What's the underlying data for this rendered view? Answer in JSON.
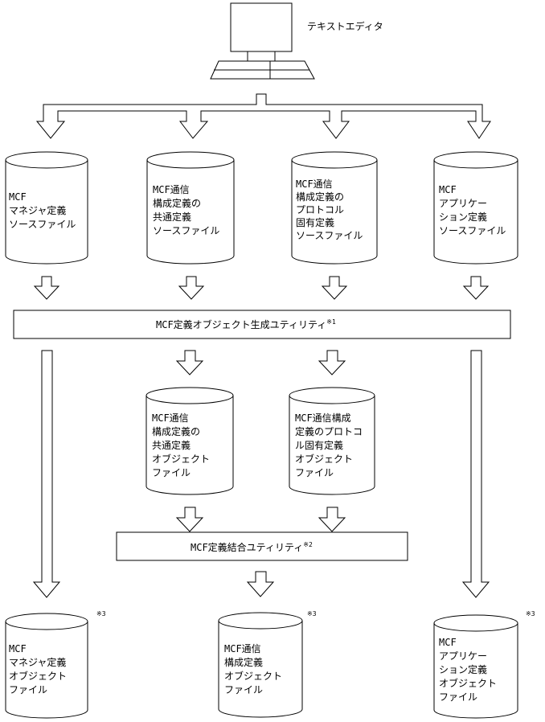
{
  "editor": {
    "label": "テキストエディタ"
  },
  "source_files": [
    {
      "lines": [
        "MCF",
        "マネジャ定義",
        "ソースファイル"
      ]
    },
    {
      "lines": [
        "MCF通信",
        "構成定義の",
        "共通定義",
        "ソースファイル"
      ]
    },
    {
      "lines": [
        "MCF通信",
        "構成定義の",
        "プロトコル",
        "固有定義",
        "ソースファイル"
      ]
    },
    {
      "lines": [
        "MCF",
        "アプリケー",
        "ション定義",
        "ソースファイル"
      ]
    }
  ],
  "utility1": {
    "label": "MCF定義オブジェクト生成ユティリティ",
    "note": "※1"
  },
  "intermediate_files": [
    {
      "lines": [
        "MCF通信",
        "構成定義の",
        "共通定義",
        "オブジェクト",
        "ファイル"
      ]
    },
    {
      "lines": [
        "MCF通信構成",
        "定義のプロトコ",
        "ル固有定義",
        "オブジェクト",
        "ファイル"
      ]
    }
  ],
  "utility2": {
    "label": "MCF定義結合ユティリティ",
    "note": "※2"
  },
  "object_files": [
    {
      "lines": [
        "MCF",
        "マネジャ定義",
        "オブジェクト",
        "ファイル"
      ],
      "note": "※3"
    },
    {
      "lines": [
        "MCF通信",
        "構成定義",
        "オブジェクト",
        "ファイル"
      ],
      "note": "※3"
    },
    {
      "lines": [
        "MCF",
        "アプリケー",
        "ション定義",
        "オブジェクト",
        "ファイル"
      ],
      "note": "※3"
    }
  ]
}
